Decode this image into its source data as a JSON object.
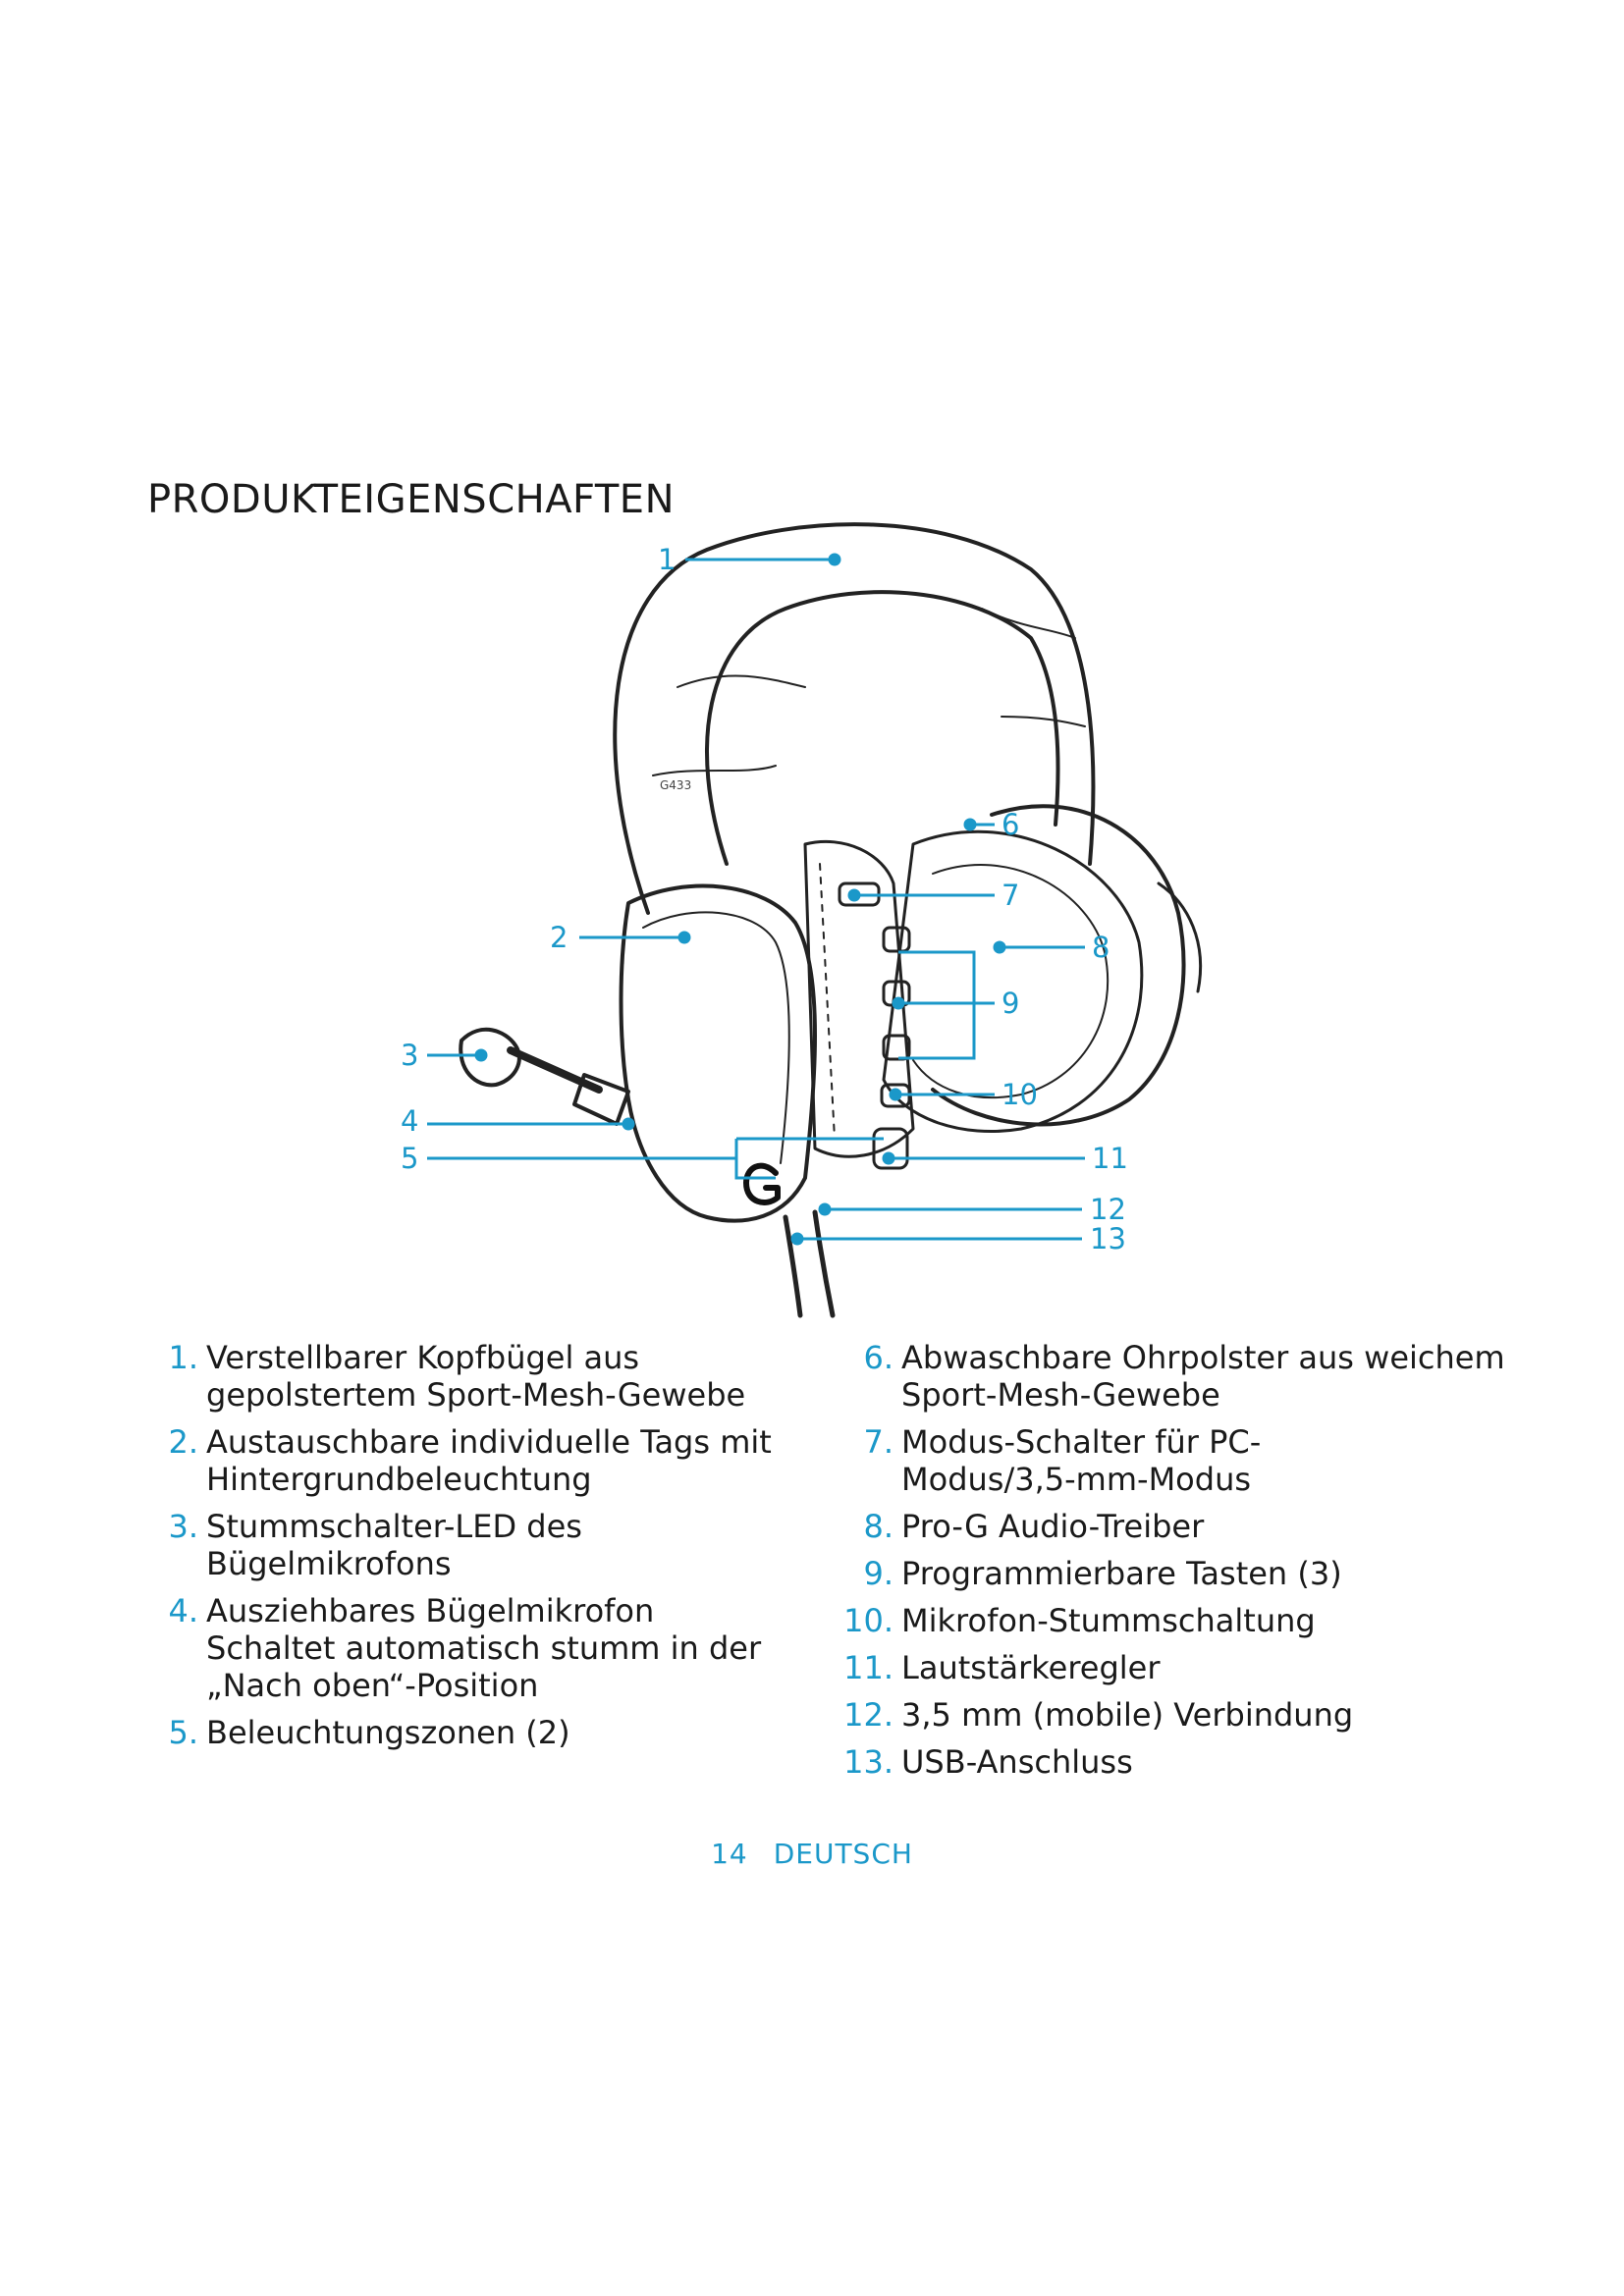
{
  "section_title": "PRODUKTEIGENSCHAFTEN",
  "diagram": {
    "model_mark": "G433",
    "callouts": [
      "1",
      "2",
      "3",
      "4",
      "5",
      "6",
      "7",
      "8",
      "9",
      "10",
      "11",
      "12",
      "13"
    ]
  },
  "features_left": [
    {
      "num": "1.",
      "text": "Verstellbarer Kopfbügel aus",
      "text2": "gepolstertem Sport-Mesh-Gewebe"
    },
    {
      "num": "2.",
      "text": "Austauschbare individuelle Tags mit",
      "text2": "Hintergrundbeleuchtung"
    },
    {
      "num": "3.",
      "text": "Stummschalter-LED des",
      "text2": "Bügelmikrofons"
    },
    {
      "num": "4.",
      "text": "Ausziehbares Bügelmikrofon",
      "text2": "Schaltet automatisch stumm in der",
      "text3": "„Nach oben“-Position"
    },
    {
      "num": "5.",
      "text": "Beleuchtungszonen (2)"
    }
  ],
  "features_right": [
    {
      "num": "6.",
      "text": "Abwaschbare Ohrpolster aus weichem",
      "text2": "Sport-Mesh-Gewebe"
    },
    {
      "num": "7.",
      "text": "Modus-Schalter für PC-",
      "text2": "Modus/3,5-mm-Modus"
    },
    {
      "num": "8.",
      "text": "Pro-G Audio-Treiber"
    },
    {
      "num": "9.",
      "text": "Programmierbare Tasten (3)"
    },
    {
      "num": "10.",
      "text": "Mikrofon-Stummschaltung"
    },
    {
      "num": "11.",
      "text": "Lautstärkeregler"
    },
    {
      "num": "12.",
      "text": "3,5 mm (mobile) Verbindung"
    },
    {
      "num": "13.",
      "text": "USB-Anschluss"
    }
  ],
  "footer": {
    "page_number": "14",
    "language": "DEUTSCH"
  },
  "colors": {
    "accent": "#1b98c9",
    "text": "#1a1a1a",
    "line_art": "#222222"
  }
}
